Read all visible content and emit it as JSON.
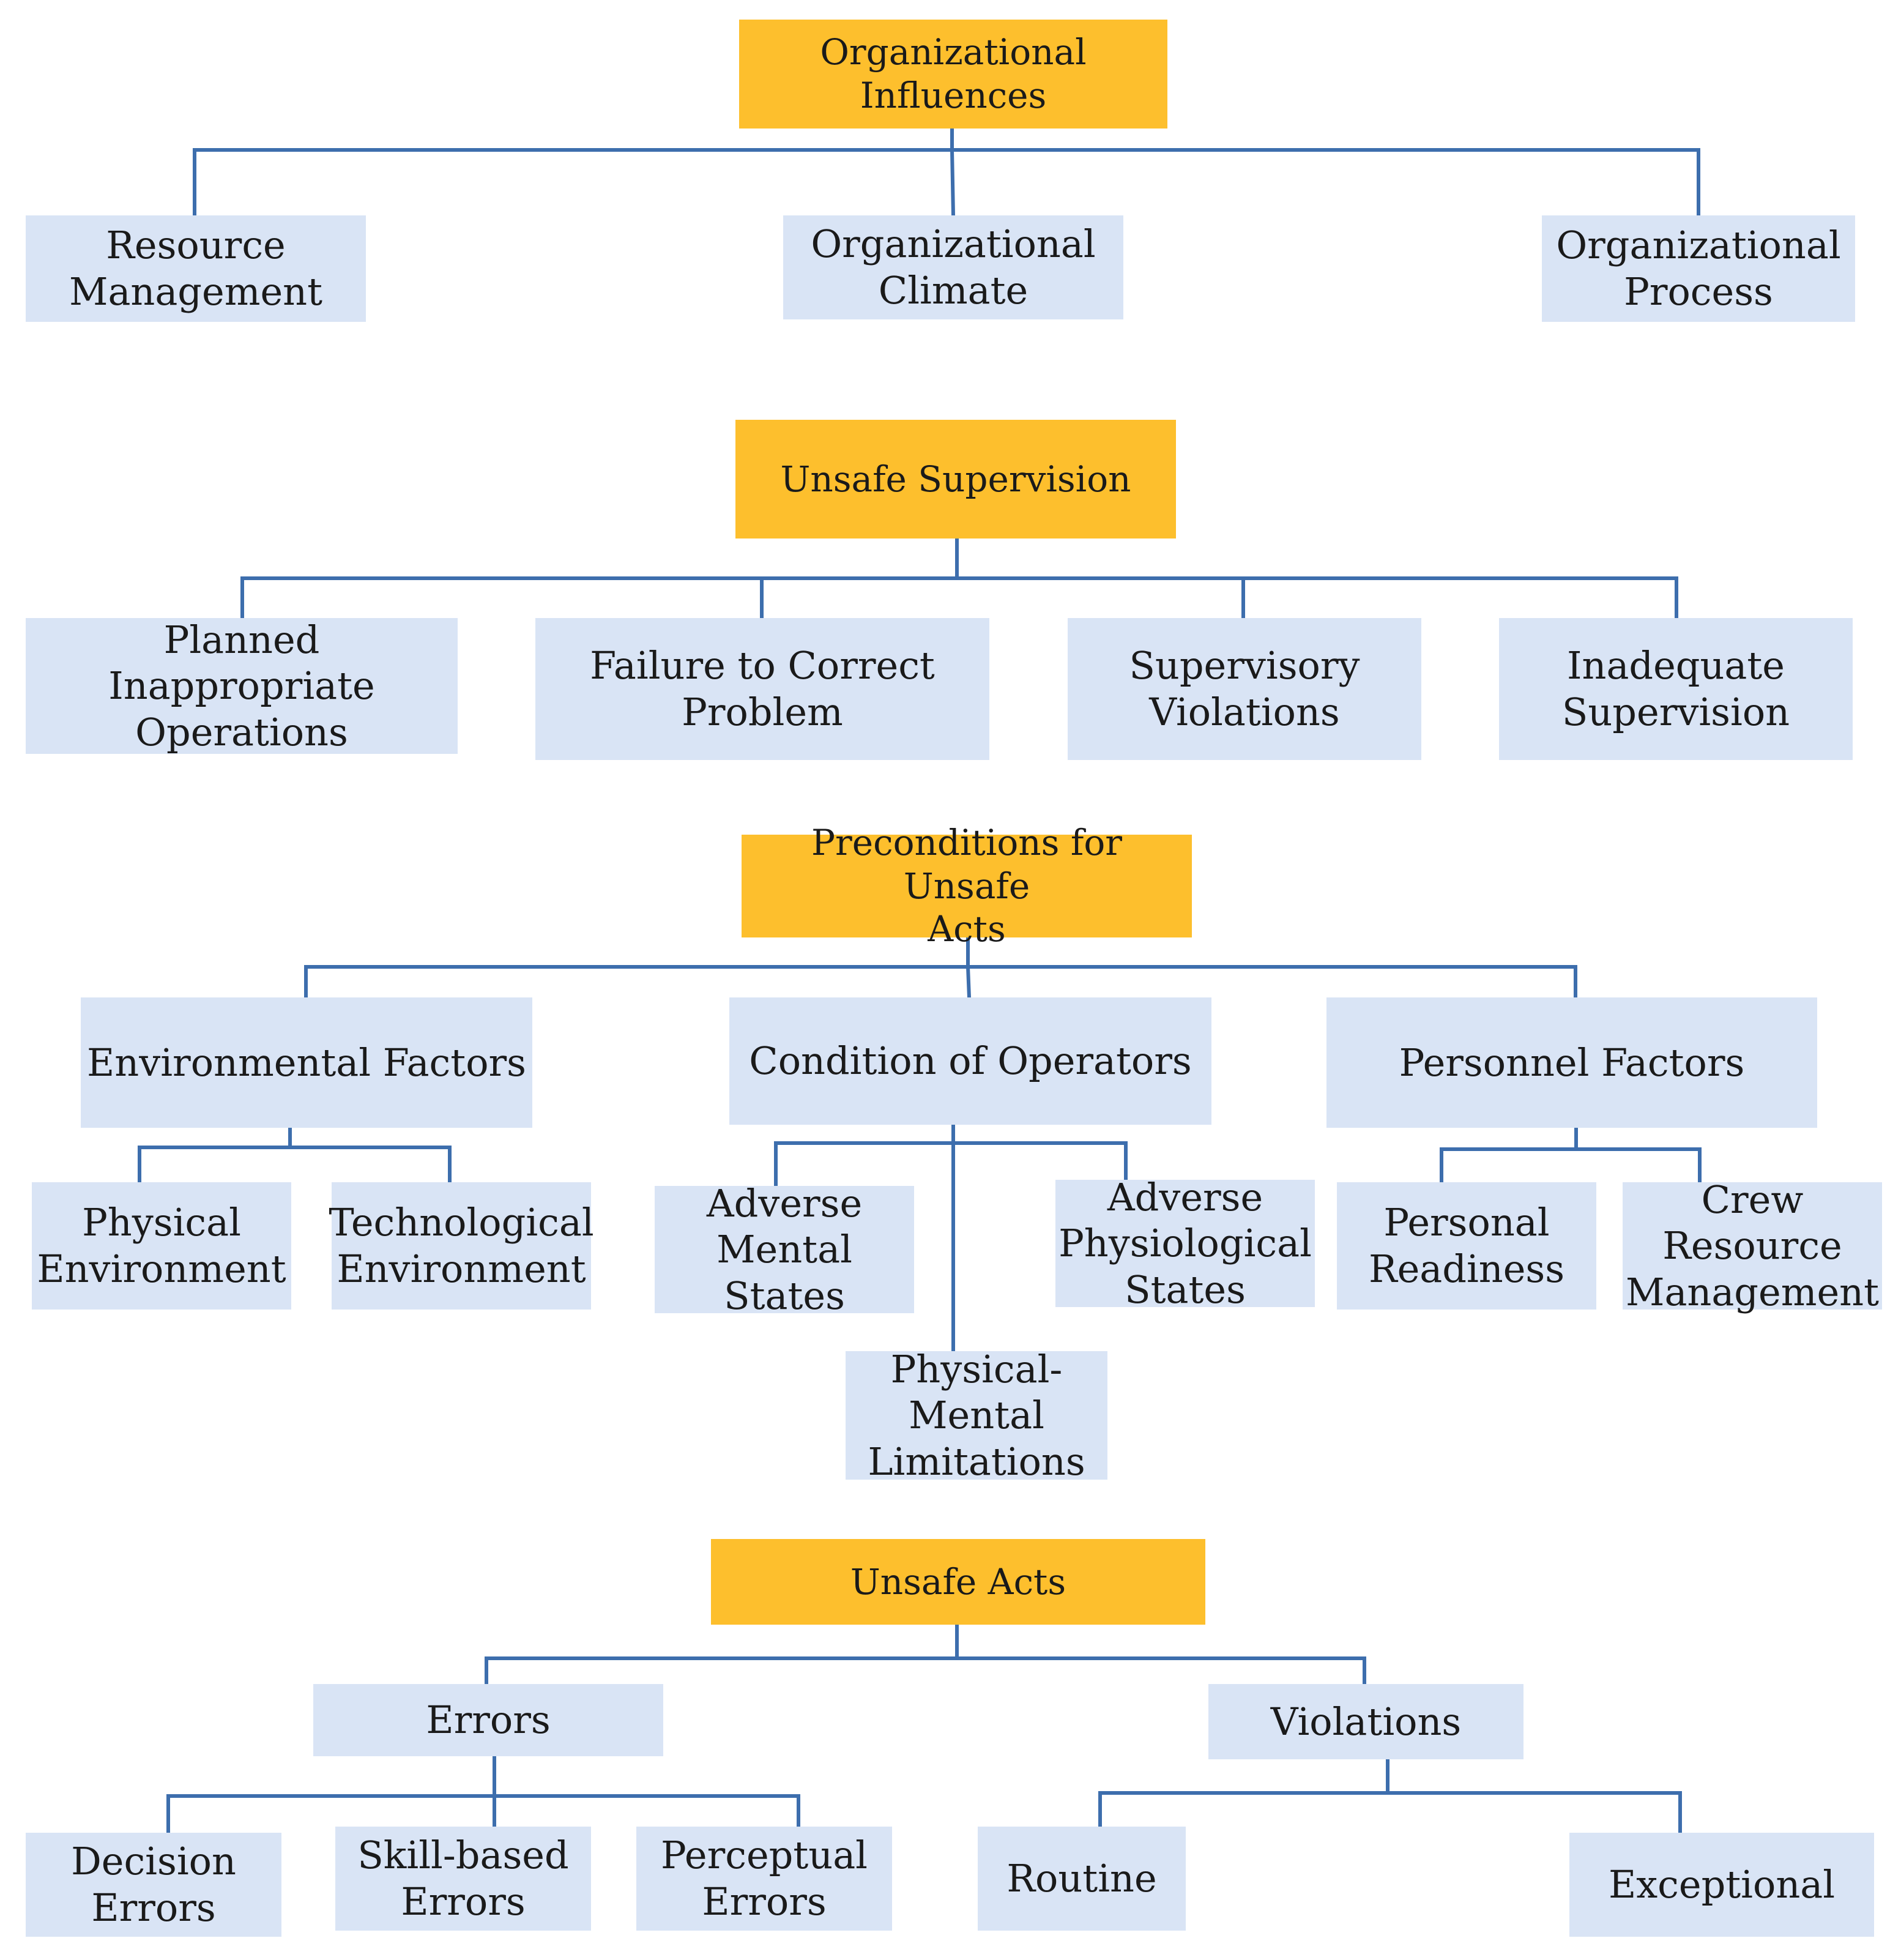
{
  "diagram": {
    "colors": {
      "header": "#fdbf2d",
      "node": "#d9e4f5",
      "connector": "#3d6ead",
      "text": "#1a1a1a"
    },
    "levels": [
      {
        "title": "Organizational Influences",
        "children": [
          {
            "label": "Resource\nManagement"
          },
          {
            "label": "Organizational\nClimate"
          },
          {
            "label": "Organizational\nProcess"
          }
        ]
      },
      {
        "title": "Unsafe Supervision",
        "children": [
          {
            "label": "Planned Inappropriate\nOperations"
          },
          {
            "label": "Failure to Correct Problem"
          },
          {
            "label": "Supervisory\nViolations"
          },
          {
            "label": "Inadequate\nSupervision"
          }
        ]
      },
      {
        "title": "Preconditions for Unsafe\nActs",
        "children": [
          {
            "label": "Environmental Factors",
            "children": [
              {
                "label": "Physical\nEnvironment"
              },
              {
                "label": "Technological\nEnvironment"
              }
            ]
          },
          {
            "label": "Condition of Operators",
            "children": [
              {
                "label": "Adverse\nMental States"
              },
              {
                "label": "Adverse\nPhysiological\nStates"
              },
              {
                "label": "Physical-\nMental\nLimitations"
              }
            ]
          },
          {
            "label": "Personnel Factors",
            "children": [
              {
                "label": "Personal\nReadiness"
              },
              {
                "label": "Crew Resource\nManagement"
              }
            ]
          }
        ]
      },
      {
        "title": "Unsafe Acts",
        "children": [
          {
            "label": "Errors",
            "children": [
              {
                "label": "Decision\nErrors"
              },
              {
                "label": "Skill-based\nErrors"
              },
              {
                "label": "Perceptual\nErrors"
              }
            ]
          },
          {
            "label": "Violations",
            "children": [
              {
                "label": "Routine"
              },
              {
                "label": "Exceptional"
              }
            ]
          }
        ]
      }
    ]
  }
}
